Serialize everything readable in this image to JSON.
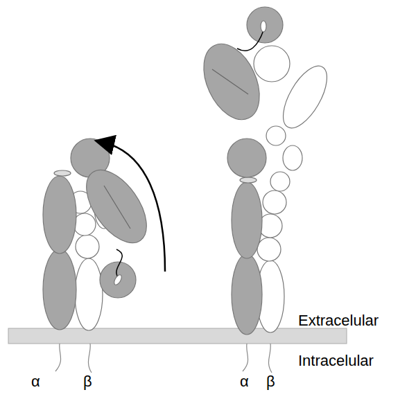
{
  "diagram": {
    "labels": [
      "Extracelular",
      "Intracelular",
      "α",
      "β",
      "α",
      "β"
    ]
  }
}
